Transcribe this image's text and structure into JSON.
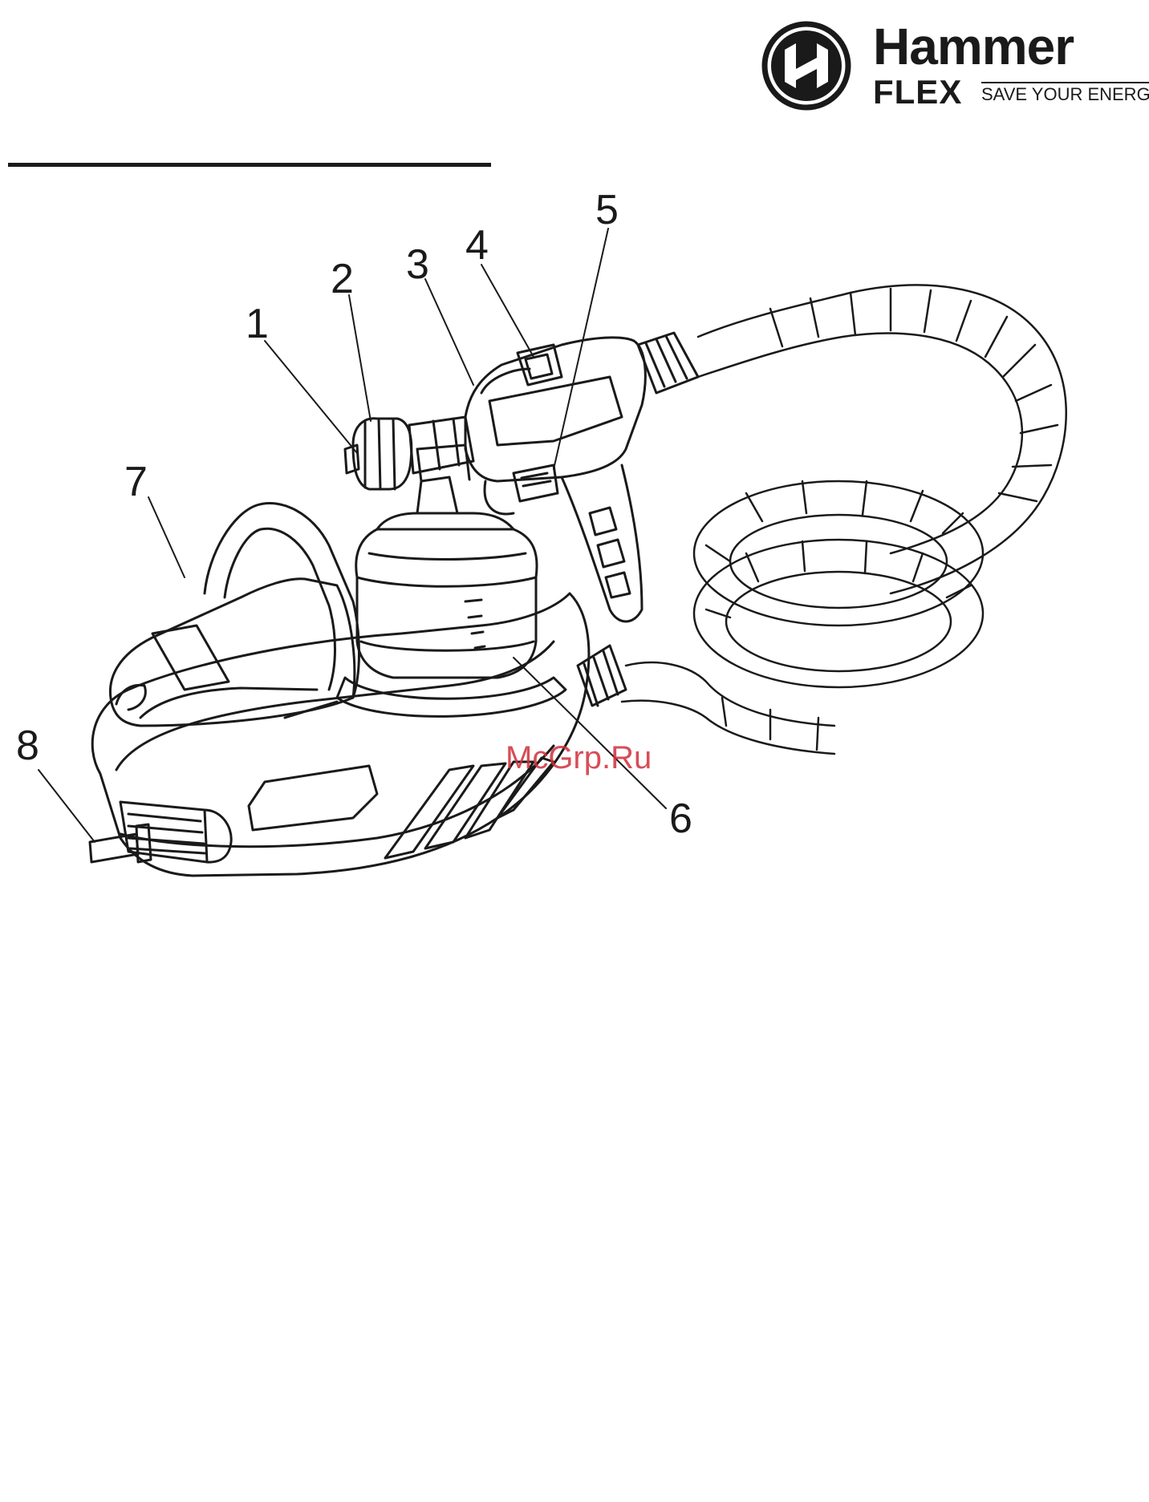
{
  "brand": {
    "name_top": "Hammer",
    "name_bottom": "FLEX",
    "tagline": "SAVE YOUR ENERGY"
  },
  "watermark": "McGrp.Ru",
  "callouts": [
    "1",
    "2",
    "3",
    "4",
    "5",
    "6",
    "7",
    "8"
  ],
  "colors": {
    "ink": "#1a1a1a",
    "watermark": "#d0303a"
  }
}
